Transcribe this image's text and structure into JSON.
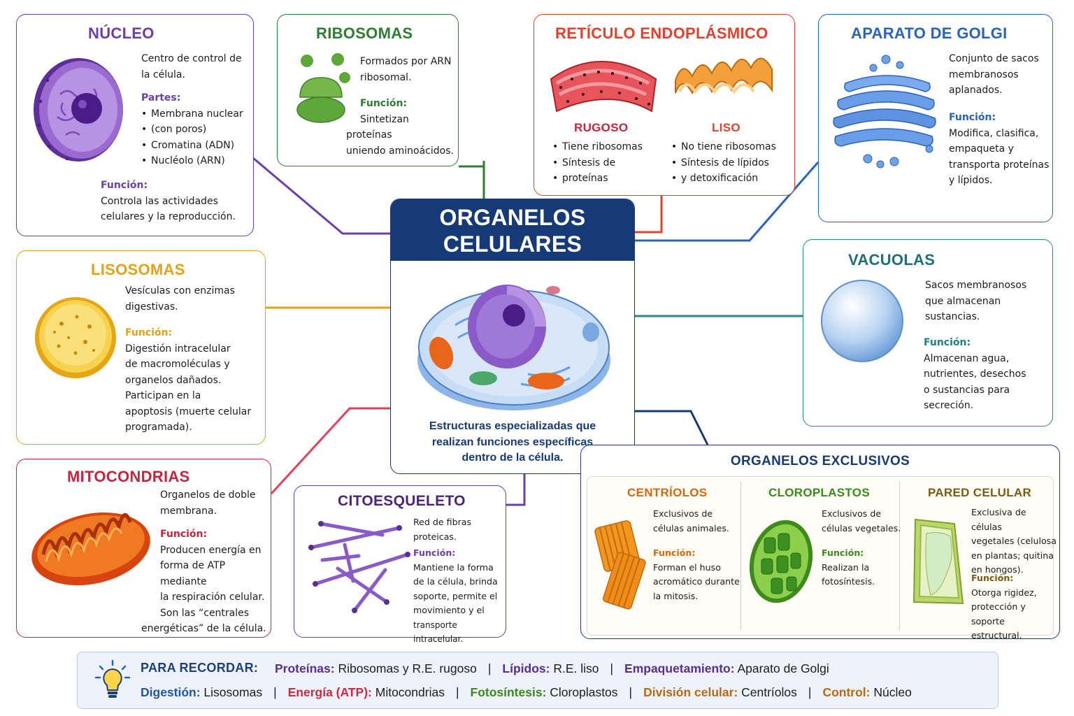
{
  "center": {
    "title_line1": "ORGANELOS",
    "title_line2": "CELULARES",
    "subtitle_line1": "Estructuras especializadas que",
    "subtitle_line2": "realizan funciones específicas",
    "subtitle_line3": "dentro de la célula."
  },
  "nucleo": {
    "title": "NÚCLEO",
    "desc1": "Centro de control de",
    "desc2": "la célula.",
    "parts_label": "Partes:",
    "parts": [
      "Membrana nuclear",
      "(con poros)",
      "Cromatina (ADN)",
      "Nucléolo (ARN)"
    ],
    "func_label": "Función:",
    "func1": "Controla las actividades",
    "func2": "celulares y la reproducción."
  },
  "ribosomas": {
    "title": "RIBOSOMAS",
    "desc1": "Formados por ARN",
    "desc2": "ribosomal.",
    "func_label": "Función:",
    "func1": "Sintetizan proteínas",
    "func2": "uniendo aminoácidos."
  },
  "reticulo": {
    "title": "RETÍCULO ENDOPLÁSMICO",
    "rugoso_title": "RUGOSO",
    "rugoso_items": [
      "Tiene ribosomas",
      "Síntesis de",
      "proteínas"
    ],
    "liso_title": "LISO",
    "liso_items": [
      "No tiene ribosomas",
      "Síntesis de lípidos",
      "y detoxificación"
    ]
  },
  "golgi": {
    "title": "APARATO DE GOLGI",
    "desc1": "Conjunto de sacos",
    "desc2": "membranosos",
    "desc3": "aplanados.",
    "func_label": "Función:",
    "func1": "Modifica, clasifica,",
    "func2": "empaqueta y",
    "func3": "transporta proteínas",
    "func4": "y lípidos."
  },
  "lisosomas": {
    "title": "LISOSOMAS",
    "desc1": "Vesículas con enzimas",
    "desc2": "digestivas.",
    "func_label": "Función:",
    "func": [
      "Digestión intracelular",
      "de macromoléculas y",
      "organelos dañados.",
      "Participan en la",
      "apoptosis (muerte celular",
      "programada)."
    ]
  },
  "vacuolas": {
    "title": "VACUOLAS",
    "desc1": "Sacos membranosos",
    "desc2": "que almacenan",
    "desc3": "sustancias.",
    "func_label": "Función:",
    "func": [
      "Almacenan agua,",
      "nutrientes, desechos",
      "o sustancias para",
      "secreción."
    ]
  },
  "mitocondrias": {
    "title": "MITOCONDRIAS",
    "desc1": "Organelos de doble",
    "desc2": "membrana.",
    "func_label": "Función:",
    "func": [
      "Producen energía en",
      "forma de ATP mediante",
      "la respiración celular.",
      "Son las “centrales",
      "energéticas” de la célula."
    ]
  },
  "citoesqueleto": {
    "title": "CITOESQUELETO",
    "desc1": "Red de fibras",
    "desc2": "proteicas.",
    "func_label": "Función:",
    "func": [
      "Mantiene la forma",
      "de la célula, brinda",
      "soporte, permite el",
      "movimiento y el",
      "transporte intracelular."
    ]
  },
  "exclusivos": {
    "title": "ORGANELOS EXCLUSIVOS",
    "centriolos": {
      "title": "CENTRÍOLOS",
      "desc": [
        "Exclusivos de",
        "células animales."
      ],
      "func_label": "Función:",
      "func": [
        "Forman el huso",
        "acromático durante",
        "la mitosis."
      ]
    },
    "cloroplastos": {
      "title": "CLOROPLASTOS",
      "desc": [
        "Exclusivos de",
        "células vegetales."
      ],
      "func_label": "Función:",
      "func": [
        "Realizan la",
        "fotosíntesis."
      ]
    },
    "pared": {
      "title": "PARED CELULAR",
      "desc": [
        "Exclusiva de células",
        "vegetales (celulosa",
        "en plantas; quitina",
        "en hongos)."
      ],
      "func_label": "Función:",
      "func": [
        "Otorga rigidez,",
        "protección y soporte",
        "estructural."
      ]
    }
  },
  "recordar": {
    "label": "PARA RECORDAR:",
    "row1": [
      {
        "key": "Proteínas:",
        "value": "Ribosomas y R.E. rugoso",
        "color": "#5a2d91"
      },
      {
        "key": "Lípidos:",
        "value": "R.E. liso",
        "color": "#5a2d91"
      },
      {
        "key": "Empaquetamiento:",
        "value": "Aparato de Golgi",
        "color": "#5a2d91"
      }
    ],
    "row2": [
      {
        "key": "Digestión:",
        "value": "Lisosomas",
        "color": "#2155a8"
      },
      {
        "key": "Energía (ATP):",
        "value": "Mitocondrias",
        "color": "#cc2b3f"
      },
      {
        "key": "Fotosíntesis:",
        "value": "Cloroplastos",
        "color": "#3b8a1d"
      },
      {
        "key": "División celular:",
        "value": "Centríolos",
        "color": "#b86a12"
      },
      {
        "key": "Control:",
        "value": "Núcleo",
        "color": "#b86a12"
      }
    ],
    "separator": "|"
  },
  "colors": {
    "nucleo": "#6b3fa8",
    "ribosomas": "#2e7d32",
    "reticulo": "#e2412d",
    "golgi": "#2b63b8",
    "lisosomas": "#e3a21a",
    "vacuolas": "#2a8a8a",
    "mitocondrias": "#c8243d",
    "citoesqueleto": "#6b3fa8",
    "exclusivos": "#1f3f7a",
    "center": "#163a75"
  }
}
